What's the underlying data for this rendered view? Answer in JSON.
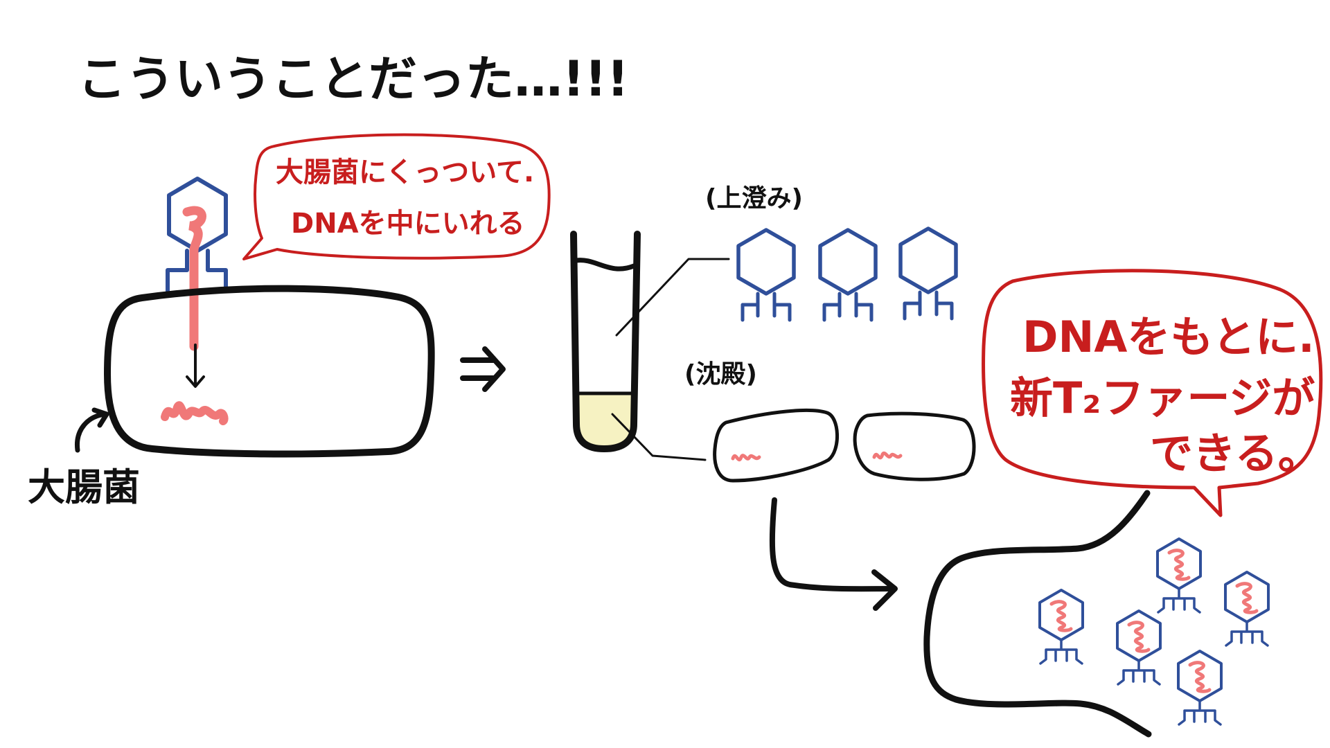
{
  "title": "こういうことだった…!!!",
  "bacterium_label": "大腸菌",
  "bubble_top": {
    "line1": "大腸菌にくっついて.",
    "line2": "DNAを中にいれる"
  },
  "tube_labels": {
    "supernatant": "(上澄み)",
    "precipitate": "(沈殿)"
  },
  "bubble_result": {
    "line1": "DNAをもとに.",
    "line2": "新T₂ファージが",
    "line3": "できる。"
  },
  "colors": {
    "ink": "#111111",
    "phage": "#2f4f9a",
    "dna": "#f07878",
    "bubble_red": "#c81e1e",
    "sediment": "#f6f2c2"
  }
}
